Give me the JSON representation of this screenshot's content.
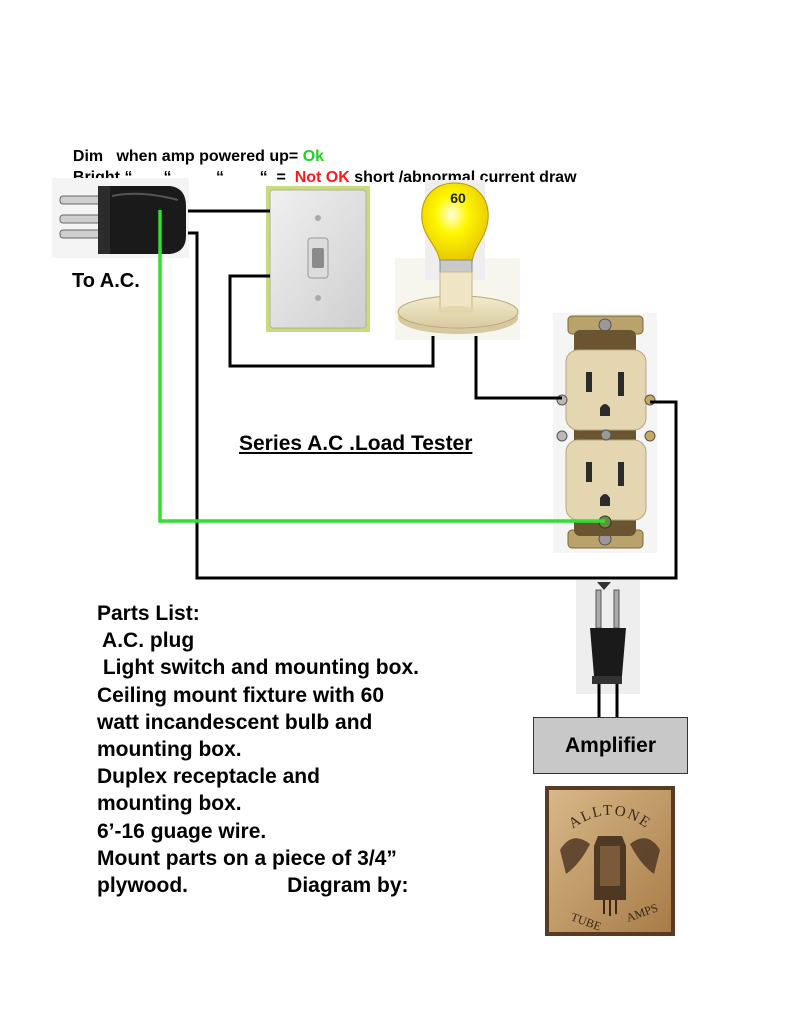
{
  "legend": {
    "line1_prefix": "Dim   when amp powered up= ",
    "line1_status": "Ok",
    "line2_prefix": "Bright “       “          “        “  =  ",
    "line2_status": "Not OK",
    "line2_suffix": " short /abnormal current draw"
  },
  "labels": {
    "to_ac": "To A.C.",
    "title": "Series A.C .Load Tester",
    "bulb_watts": "60",
    "amplifier": "Amplifier"
  },
  "parts_list": [
    "Parts List:",
    " A.C. plug",
    " Light switch and mounting box.",
    "Ceiling mount fixture with 60",
    "watt incandescent bulb and",
    "mounting box.",
    "Duplex receptacle and",
    "mounting box.",
    "6’-16 guage wire.",
    "Mount parts on a piece of 3/4”",
    "plywood.                 Diagram by:"
  ],
  "logo": {
    "top_text": "ALLTONE",
    "bottom_left": "TUBE",
    "bottom_right": "AMPS"
  },
  "colors": {
    "ok": "#1fd31f",
    "not_ok": "#ff1a1a",
    "ground_wire": "#33dd33",
    "wire": "#000000",
    "amplifier_box": "#c8c8c8"
  }
}
